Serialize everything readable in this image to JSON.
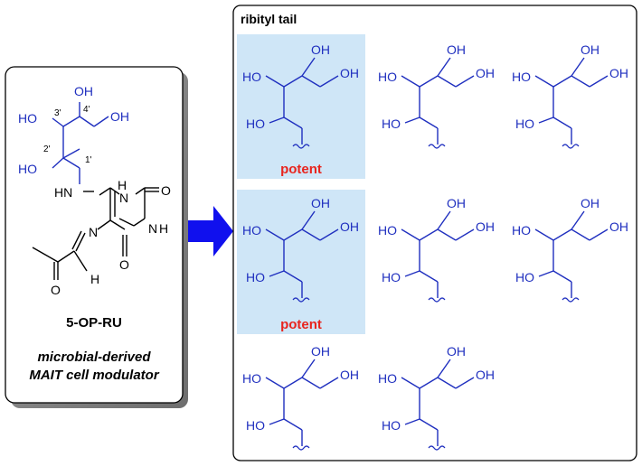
{
  "left_card": {
    "compound_name": "5-OP-RU",
    "description_line1": "microbial-derived",
    "description_line2": "MAIT cell modulator",
    "position_labels": [
      "3'",
      "4'",
      "2'",
      "1'"
    ],
    "atom_labels": {
      "oh": "OH",
      "ho": "HO",
      "hn": "HN",
      "h": "H",
      "n": "N",
      "o": "O"
    }
  },
  "right_panel": {
    "title": "ribityl tail",
    "potent_label": "potent",
    "highlight_color": "#cfe6f7",
    "isomers": [
      {
        "row": 1,
        "col": 1,
        "highlighted": true,
        "potent": true
      },
      {
        "row": 1,
        "col": 2,
        "highlighted": false,
        "potent": false
      },
      {
        "row": 1,
        "col": 3,
        "highlighted": false,
        "potent": false
      },
      {
        "row": 2,
        "col": 1,
        "highlighted": true,
        "potent": true
      },
      {
        "row": 2,
        "col": 2,
        "highlighted": false,
        "potent": false
      },
      {
        "row": 2,
        "col": 3,
        "highlighted": false,
        "potent": false
      },
      {
        "row": 3,
        "col": 1,
        "highlighted": false,
        "potent": false
      },
      {
        "row": 3,
        "col": 2,
        "highlighted": false,
        "potent": false
      }
    ]
  },
  "colors": {
    "structure_blue": "#1f2fbf",
    "arrow_blue": "#1010ee",
    "potent_red": "#e8251e"
  }
}
